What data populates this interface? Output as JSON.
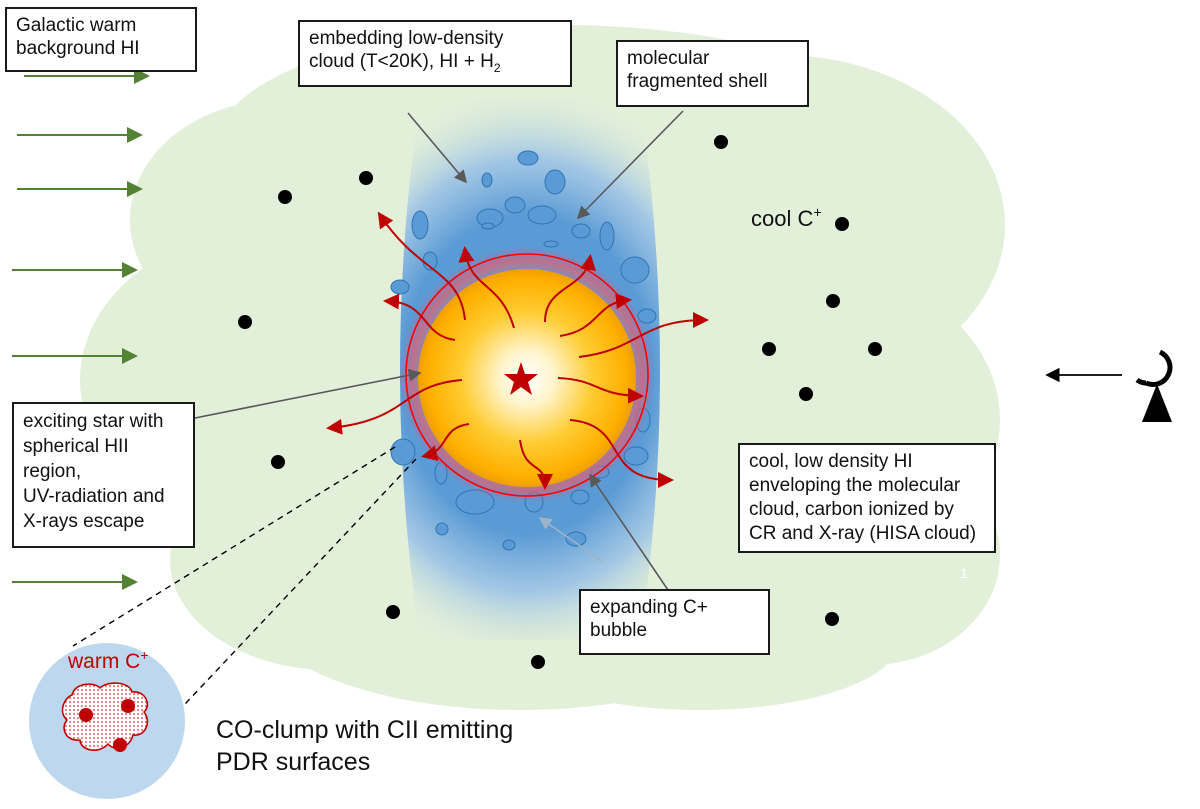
{
  "title": "Schematic of an HII region with expanding C+ bubble in a molecular cloud",
  "labels": {
    "galactic_background": "Galactic warm background HI",
    "embedding_cloud_line1": "embedding low-density",
    "embedding_cloud_line2_pre": "cloud (T<20K), HI + H",
    "embedding_cloud_line2_sub": "2",
    "molecular_shell_line1": "molecular",
    "molecular_shell_line2": "fragmented shell",
    "cool_cplus_pre": "cool C",
    "cool_cplus_sup": "+",
    "exciting_star_line1": "exciting star with",
    "exciting_star_line2": "spherical HII",
    "exciting_star_line3": "region,",
    "exciting_star_line4": "UV-radiation and",
    "exciting_star_line5": "X-rays escape",
    "hisa_line1": "cool, low density HI",
    "hisa_line2": "enveloping the molecular",
    "hisa_line3": "cloud, carbon ionized by",
    "hisa_line4": "CR and X-ray (HISA cloud)",
    "expanding_line1": "expanding C+",
    "expanding_line2": "bubble",
    "warm_cplus_pre": "warm C",
    "warm_cplus_sup": "+",
    "co_clump_line1": "CO-clump with CII emitting",
    "co_clump_line2": "PDR surfaces",
    "page_number": "1"
  },
  "icons": {
    "exciting_star": "star-icon",
    "observer": "radio-telescope-icon"
  },
  "colors": {
    "hi_cloud": "#e2efd9",
    "green_arrow": "#548235",
    "shell_blue": "#5b9bd5",
    "clump_blue": "#5b9bd5",
    "hii_orange": "#ffc000",
    "star_red": "#c00000",
    "ring_red": "#ff0000",
    "ray_red": "#c00000",
    "clump_inset_bg": "#bdd7ee",
    "warm_text": "#c00000"
  }
}
